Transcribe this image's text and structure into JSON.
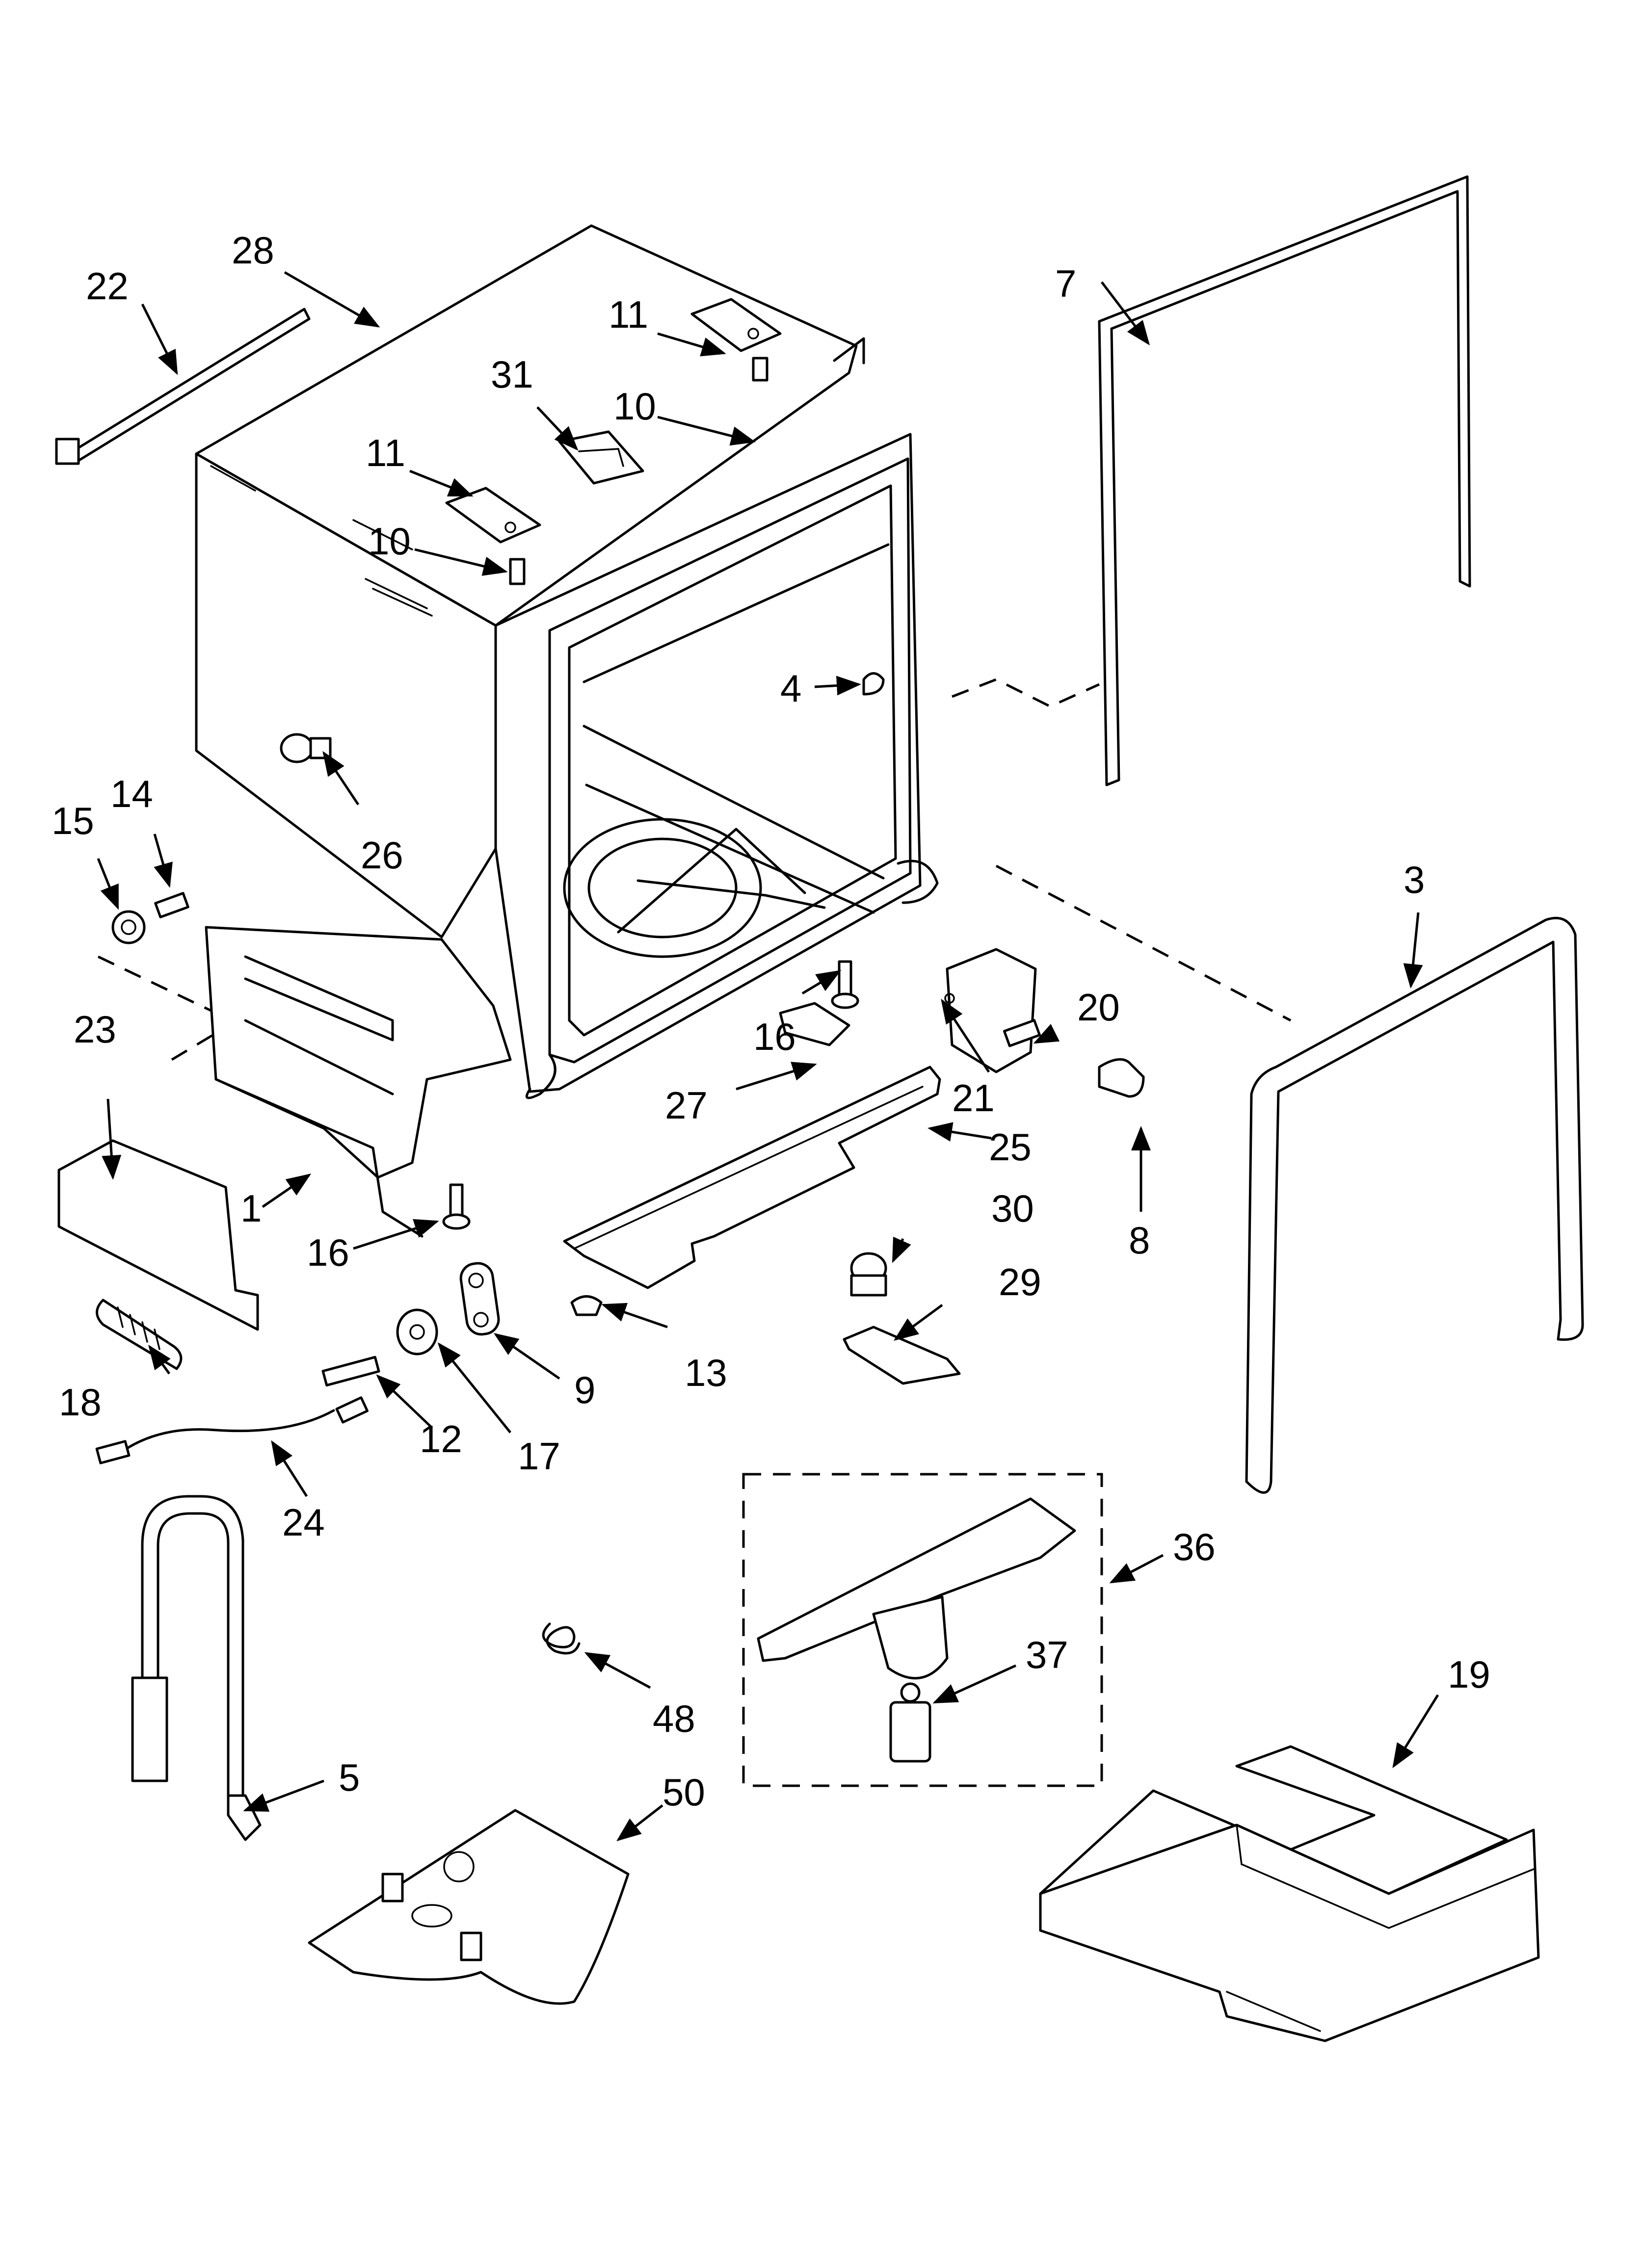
{
  "diagram": {
    "parts": [
      {
        "id": "p1",
        "label": "1"
      },
      {
        "id": "p3",
        "label": "3"
      },
      {
        "id": "p4",
        "label": "4"
      },
      {
        "id": "p5",
        "label": "5"
      },
      {
        "id": "p7",
        "label": "7"
      },
      {
        "id": "p8",
        "label": "8"
      },
      {
        "id": "p9",
        "label": "9"
      },
      {
        "id": "p10a",
        "label": "10"
      },
      {
        "id": "p10b",
        "label": "10"
      },
      {
        "id": "p11a",
        "label": "11"
      },
      {
        "id": "p11b",
        "label": "11"
      },
      {
        "id": "p12",
        "label": "12"
      },
      {
        "id": "p13",
        "label": "13"
      },
      {
        "id": "p14",
        "label": "14"
      },
      {
        "id": "p15",
        "label": "15"
      },
      {
        "id": "p16a",
        "label": "16"
      },
      {
        "id": "p16b",
        "label": "16"
      },
      {
        "id": "p17",
        "label": "17"
      },
      {
        "id": "p18",
        "label": "18"
      },
      {
        "id": "p19",
        "label": "19"
      },
      {
        "id": "p20",
        "label": "20"
      },
      {
        "id": "p21",
        "label": "21"
      },
      {
        "id": "p22",
        "label": "22"
      },
      {
        "id": "p23",
        "label": "23"
      },
      {
        "id": "p24",
        "label": "24"
      },
      {
        "id": "p25",
        "label": "25"
      },
      {
        "id": "p26",
        "label": "26"
      },
      {
        "id": "p27",
        "label": "27"
      },
      {
        "id": "p28",
        "label": "28"
      },
      {
        "id": "p29",
        "label": "29"
      },
      {
        "id": "p30",
        "label": "30"
      },
      {
        "id": "p31",
        "label": "31"
      },
      {
        "id": "p36",
        "label": "36"
      },
      {
        "id": "p37",
        "label": "37"
      },
      {
        "id": "p48",
        "label": "48"
      },
      {
        "id": "p50",
        "label": "50"
      }
    ]
  }
}
